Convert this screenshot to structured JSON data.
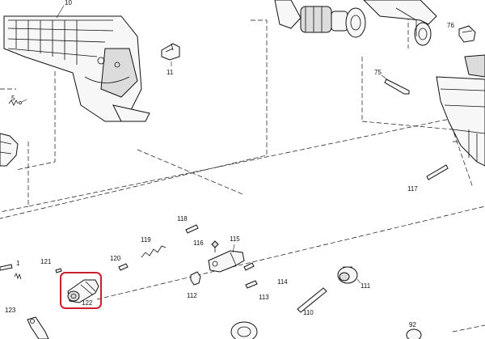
{
  "diagram": {
    "part_labels": {
      "p10": "10",
      "p11": "11",
      "p5": "5",
      "p76": "76",
      "p75": "75",
      "p117": "117",
      "p118": "118",
      "p119": "119",
      "p120": "120",
      "p121": "121",
      "p1": "1",
      "p122": "122",
      "p123": "123",
      "p116": "116",
      "p115": "115",
      "p112": "112",
      "p114": "114",
      "p113": "113",
      "p111": "111",
      "p110": "110",
      "p92": "92"
    },
    "highlight": {
      "part": "122",
      "color": "#cc1f2d"
    }
  }
}
